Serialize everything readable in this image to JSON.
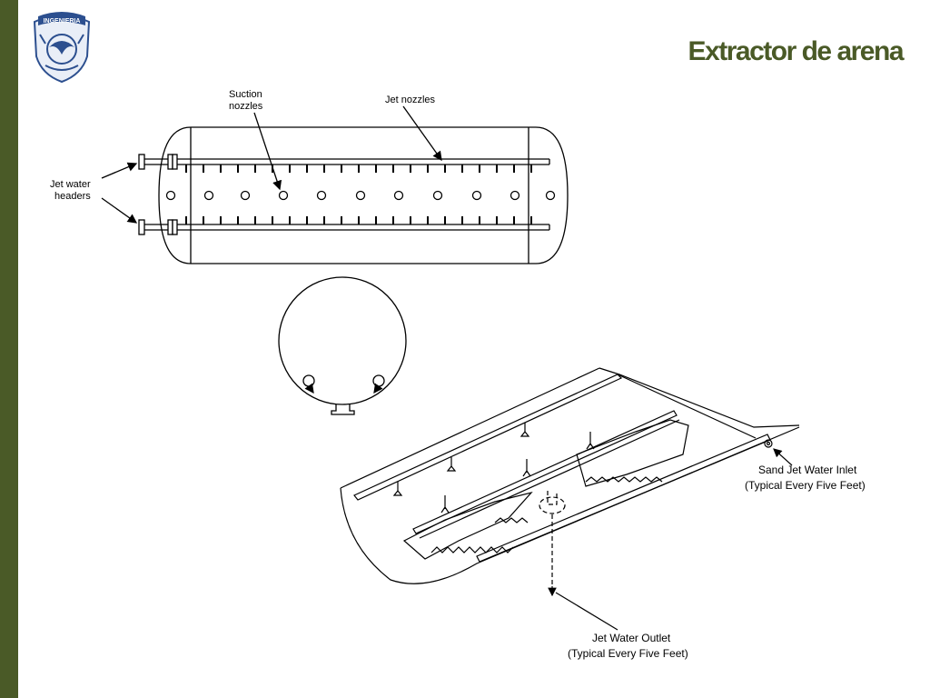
{
  "slide": {
    "title": "Extractor de arena",
    "logo_text": "INGENIERIA",
    "accent_color": "#4a5a27"
  },
  "diagram": {
    "top_view": {
      "suction_nozzles_label": [
        "Suction",
        "nozzles"
      ],
      "jet_nozzles_label": "Jet nozzles",
      "jet_water_headers_label": [
        "Jet water",
        "headers"
      ]
    },
    "cutaway_view": {
      "inlet_label": [
        "Sand Jet Water Inlet",
        "(Typical Every Five Feet)"
      ],
      "outlet_label": [
        "Jet Water Outlet",
        "(Typical Every Five Feet)"
      ]
    }
  }
}
